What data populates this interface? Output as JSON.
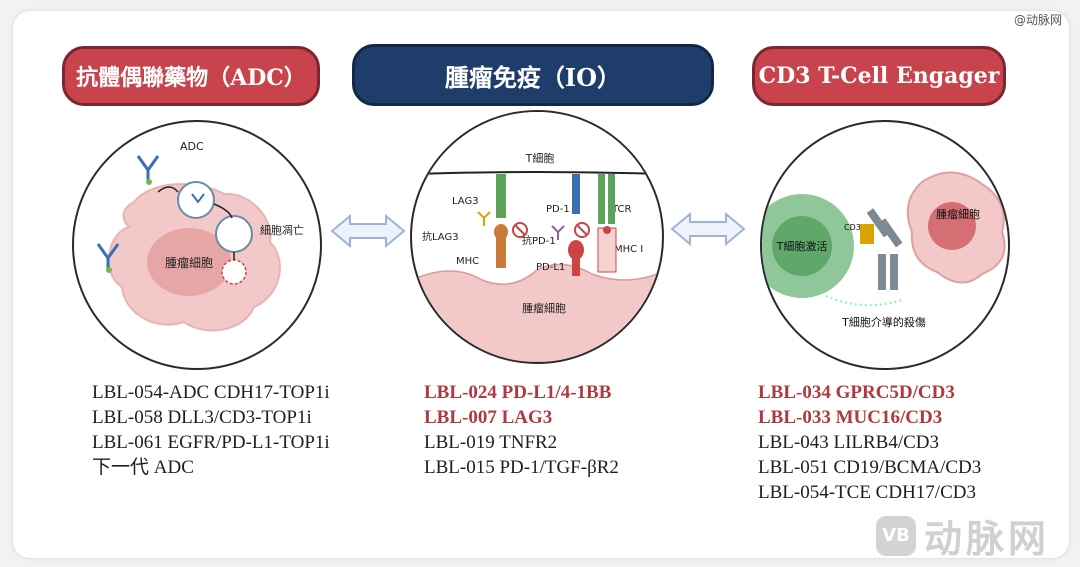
{
  "watermark": {
    "top_right": "@动脉网",
    "logo_badge": "VB",
    "logo_text": "动脉网"
  },
  "headers": {
    "adc": "抗體偶聯藥物（ADC）",
    "io": "腫瘤免疫（IO）",
    "tce": "CD3 T-Cell Engager"
  },
  "adc_panel": {
    "label_adc": "ADC",
    "label_tumor": "腫瘤細胞",
    "label_apoptosis": "細胞凋亡"
  },
  "io_panel": {
    "label_tcell": "T細胞",
    "label_lag3": "LAG3",
    "label_anti_lag3": "抗LAG3",
    "label_mhc": "MHC",
    "label_pd1": "PD-1",
    "label_anti_pd1": "抗PD-1",
    "label_pdl1": "PD-L1",
    "label_tcr": "TCR",
    "label_mhc1": "MHC I",
    "label_tumor": "腫瘤細胞"
  },
  "tce_panel": {
    "label_cd3": "CD3",
    "label_tcell_active": "T細胞激活",
    "label_tumor": "腫瘤細胞",
    "label_killing": "T細胞介導的殺傷"
  },
  "lists": {
    "adc": [
      {
        "text": "LBL-054-ADC CDH17-TOP1i",
        "highlight": false
      },
      {
        "text": "LBL-058 DLL3/CD3-TOP1i",
        "highlight": false
      },
      {
        "text": "LBL-061 EGFR/PD-L1-TOP1i",
        "highlight": false
      },
      {
        "text": "下一代 ADC",
        "highlight": false
      }
    ],
    "io": [
      {
        "text": "LBL-024 PD-L1/4-1BB",
        "highlight": true
      },
      {
        "text": "LBL-007 LAG3",
        "highlight": true
      },
      {
        "text": "LBL-019 TNFR2",
        "highlight": false
      },
      {
        "text": "LBL-015 PD-1/TGF-βR2",
        "highlight": false
      }
    ],
    "tce": [
      {
        "text": "LBL-034 GPRC5D/CD3",
        "highlight": true
      },
      {
        "text": "LBL-033 MUC16/CD3",
        "highlight": true
      },
      {
        "text": "LBL-043 LILRB4/CD3",
        "highlight": false
      },
      {
        "text": "LBL-051 CD19/BCMA/CD3",
        "highlight": false
      },
      {
        "text": "LBL-054-TCE CDH17/CD3",
        "highlight": false
      }
    ]
  },
  "colors": {
    "header_red": "#c9434c",
    "header_navy": "#1f3d6b",
    "highlight_text": "#b0393f",
    "tumor_pink": "#f2c9c8",
    "tcell_green": "#8fc79a"
  },
  "icons": [
    "double-arrow-icon",
    "antibody-icon",
    "tumor-cell-icon",
    "t-cell-icon"
  ]
}
